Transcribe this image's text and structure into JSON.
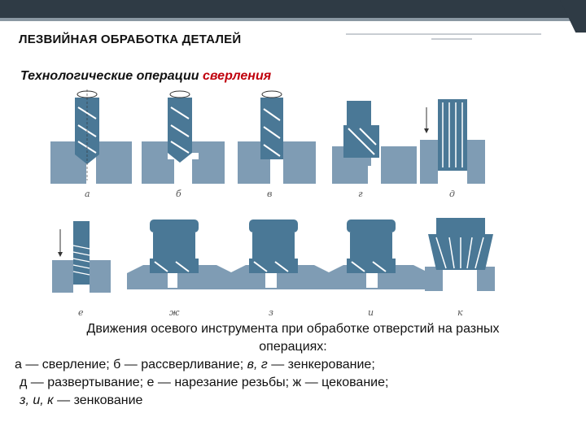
{
  "header": {
    "title": "ЛЕЗВИЙНАЯ ОБРАБОТКА  ДЕТАЛЕЙ"
  },
  "subtitle": {
    "prefix": "Технологические операции ",
    "highlight": "сверления"
  },
  "figure": {
    "labels": [
      "а",
      "б",
      "в",
      "г",
      "д",
      "е",
      "ж",
      "з",
      "и",
      "к"
    ]
  },
  "caption": {
    "line1": "Движения осевого инструмента при обработке отверстий на разных",
    "line2": "операциях:",
    "line3_a": "а — сверление; б — рассверливание; ",
    "line3_b": "в, г",
    "line3_c": " — зенкерование;",
    "line4": "д — развертывание; е — нарезание резьбы; ж — цекование;",
    "line5_a": "з, и, к",
    "line5_b": " — зенкование"
  },
  "colors": {
    "tool": "#4a7896",
    "workpiece": "#7f9cb4",
    "accent": "#c0000c"
  }
}
